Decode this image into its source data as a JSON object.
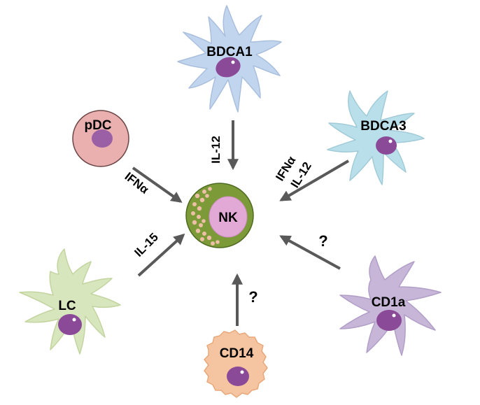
{
  "colors": {
    "arrow": "#595959",
    "nk_outer": "#7c9a38",
    "nk_inner": "#e3a9d6",
    "granule": "#ecbfa6",
    "nucleus": "#8a4a98",
    "bdca1": "#c2d5ee",
    "bdca3": "#b9e0ea",
    "pdc": "#eab0b0",
    "lc": "#d8e6bd",
    "cd14": "#f5c4a0",
    "cd1a": "#c7b6d8"
  },
  "cells": {
    "nk": "NK",
    "bdca1": "BDCA1",
    "bdca3": "BDCA3",
    "pdc": "pDC",
    "lc": "LC",
    "cd14": "CD14",
    "cd1a": "CD1a"
  },
  "signals": {
    "bdca1": "IL-12",
    "bdca3_line1": "IFNα",
    "bdca3_line2": "IL-12",
    "pdc": "IFNα",
    "lc": "IL-15",
    "cd14": "?",
    "cd1a": "?"
  }
}
